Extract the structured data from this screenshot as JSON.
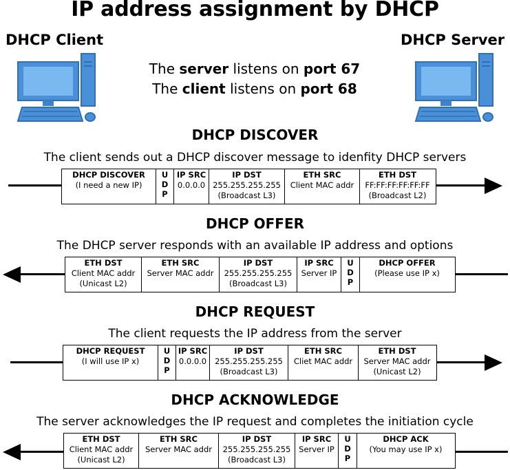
{
  "title": "IP address assignment by DHCP",
  "client_label": "DHCP Client",
  "server_label": "DHCP Server",
  "ports": {
    "line1": {
      "pre": "The ",
      "role": "server",
      "mid": " listens on ",
      "port": "port 67"
    },
    "line2": {
      "pre": "The ",
      "role": "client",
      "mid": " listens on ",
      "port": "port 68"
    }
  },
  "colors": {
    "monitor": "#4a90d9",
    "screen": "#5ba3e6",
    "outline": "#2f6fb3"
  },
  "steps": [
    {
      "heading": "DHCP DISCOVER",
      "description": "The client sends out a DHCP discover message to idenfity DHCP servers",
      "direction": "right",
      "fields": [
        {
          "h": "DHCP DISCOVER",
          "t1": "(I need a new IP)",
          "t2": ""
        },
        {
          "udp": [
            "U",
            "D",
            "P"
          ]
        },
        {
          "h": "IP SRC",
          "t1": "0.0.0.0",
          "t2": ""
        },
        {
          "h": "IP DST",
          "t1": "255.255.255.255",
          "t2": "(Broadcast L3)"
        },
        {
          "h": "ETH SRC",
          "t1": "Client MAC addr",
          "t2": ""
        },
        {
          "h": "ETH DST",
          "t1": "FF:FF:FF:FF:FF:FF",
          "t2": "(Broadcast L2)"
        }
      ]
    },
    {
      "heading": "DHCP OFFER",
      "description": "The DHCP server responds with an available IP address and options",
      "direction": "left",
      "fields": [
        {
          "h": "ETH DST",
          "t1": "Client MAC addr",
          "t2": "(Unicast L2)"
        },
        {
          "h": "ETH SRC",
          "t1": "Server MAC addr",
          "t2": ""
        },
        {
          "h": "IP DST",
          "t1": "255.255.255.255",
          "t2": "(Broadcast L3)"
        },
        {
          "h": "IP SRC",
          "t1": "Server IP",
          "t2": ""
        },
        {
          "udp": [
            "U",
            "D",
            "P"
          ]
        },
        {
          "h": "DHCP OFFER",
          "t1": "(Please use IP x)",
          "t2": ""
        }
      ]
    },
    {
      "heading": "DHCP REQUEST",
      "description": "The client requests the IP address from the server",
      "direction": "right",
      "fields": [
        {
          "h": "DHCP REQUEST",
          "t1": "(I will use IP x)",
          "t2": ""
        },
        {
          "udp": [
            "U",
            "D",
            "P"
          ]
        },
        {
          "h": "IP SRC",
          "t1": "0.0.0.0",
          "t2": ""
        },
        {
          "h": "IP DST",
          "t1": "255.255.255.255",
          "t2": "(Broadcast L3)"
        },
        {
          "h": "ETH SRC",
          "t1": "Cliet MAC addr",
          "t2": ""
        },
        {
          "h": "ETH DST",
          "t1": "Server MAC addr",
          "t2": "(Unicast L2)"
        }
      ]
    },
    {
      "heading": "DHCP ACKNOWLEDGE",
      "description": "The server acknowledges the IP request and completes the initiation cycle",
      "direction": "left",
      "fields": [
        {
          "h": "ETH DST",
          "t1": "Client MAC addr",
          "t2": "(Unicast L2)"
        },
        {
          "h": "ETH SRC",
          "t1": "Server MAC addr",
          "t2": ""
        },
        {
          "h": "IP DST",
          "t1": "255.255.255.255",
          "t2": "(Broadcast L3)"
        },
        {
          "h": "IP SRC",
          "t1": "Server IP",
          "t2": ""
        },
        {
          "udp": [
            "U",
            "D",
            "P"
          ]
        },
        {
          "h": "DHCP ACK",
          "t1": "(You may use IP x)",
          "t2": ""
        }
      ]
    }
  ]
}
